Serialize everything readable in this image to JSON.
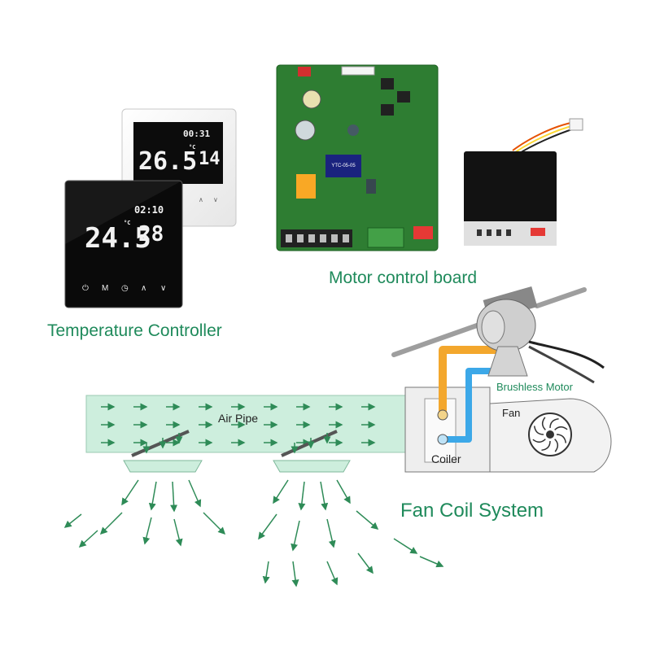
{
  "labels": {
    "temperature_controller": "Temperature Controller",
    "motor_control_board": "Motor control board",
    "fan_coil_system": "Fan Coil System",
    "brushless_motor": "Brushless Motor",
    "air_pipe": "Air Pipe",
    "fan": "Fan",
    "coiler": "Coiler"
  },
  "thermostat_white": {
    "clock": "00:31",
    "room_temp": "26.5",
    "set_temp": "14",
    "unit": "°C"
  },
  "thermostat_black": {
    "clock": "02:10",
    "room_temp": "24.5",
    "set_temp": "28",
    "unit": "°C",
    "buttons": [
      "⏻",
      "M",
      "◷",
      "∧",
      "∨"
    ]
  },
  "board": {
    "relay_text": "YTC-05-05"
  },
  "colors": {
    "title_green": "#1f8a5b",
    "pipe_fill": "#cdeedd",
    "arrow_green": "#2e8b57",
    "hot_pipe": "#f3a72d",
    "cold_pipe": "#3ca8e8",
    "pcb_green": "#2e7d32"
  }
}
